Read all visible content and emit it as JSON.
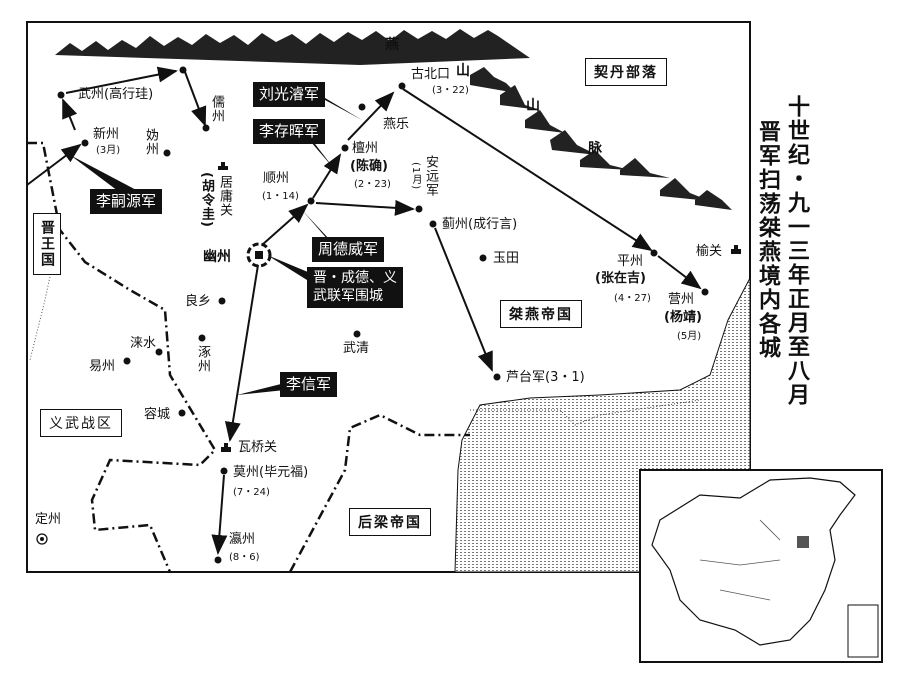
{
  "title": {
    "line1": "十世纪・九一三年正月至八月",
    "line2": "晋军扫荡桀燕境内各城"
  },
  "mountains": {
    "c1": "燕",
    "c2": "山",
    "c3": "山",
    "c4": "脉"
  },
  "regions": {
    "jin": "晋王国",
    "khitan": "契丹部落",
    "jieyan": "桀燕帝国",
    "houliang": "后梁帝国",
    "yiwu": "义武战区"
  },
  "armies": {
    "lisiyuan": "李嗣源军",
    "liuguangjun": "刘光濬军",
    "licunhui": "李存晖军",
    "zhoudewei": "周德威军",
    "siege_l1": "晋・成德、义",
    "siege_l2": "武联军围城",
    "lixin": "李信军"
  },
  "places": {
    "wuzhou": "武州(高行珪)",
    "xinzhou": "新州",
    "xinzhou_date": "(3月)",
    "ruzhou": "儒州",
    "guizhou": "妫州",
    "juyongguan": "居庸关",
    "juyong_cmd": "(胡令圭)",
    "gubeikou": "古北口",
    "gubeikou_date": "(3・22)",
    "yanle": "燕乐",
    "tanzhou": "檀州",
    "tanzhou_cmd": "(陈确)",
    "tanzhou_date": "(2・23)",
    "shunzhou": "顺州",
    "shunzhou_date": "(1・14)",
    "anyuanjun": "安远军",
    "anyuan_date": "(1月)",
    "jizhou": "蓟州(成行言)",
    "youzhou": "幽州",
    "liangxiang": "良乡",
    "wuqing": "武清",
    "yutian": "玉田",
    "yuguan": "榆关",
    "pingzhou": "平州",
    "pingzhou_cmd": "(张在吉)",
    "pingzhou_date": "(4・27)",
    "yingzhou": "营州",
    "yingzhou_cmd": "(杨靖)",
    "yingzhou_date": "(5月)",
    "lutaijun": "芦台军(3・1)",
    "laishui": "涞水",
    "zhuozhou": "涿州",
    "yizhou": "易州",
    "rongcheng": "容城",
    "waqiaoguan": "瓦桥关",
    "mozhou": "莫州(毕元福)",
    "mozhou_date": "(7・24)",
    "dingzhou": "定州",
    "yingzhou2": "瀛州",
    "yingzhou2_date": "(8・6)"
  }
}
